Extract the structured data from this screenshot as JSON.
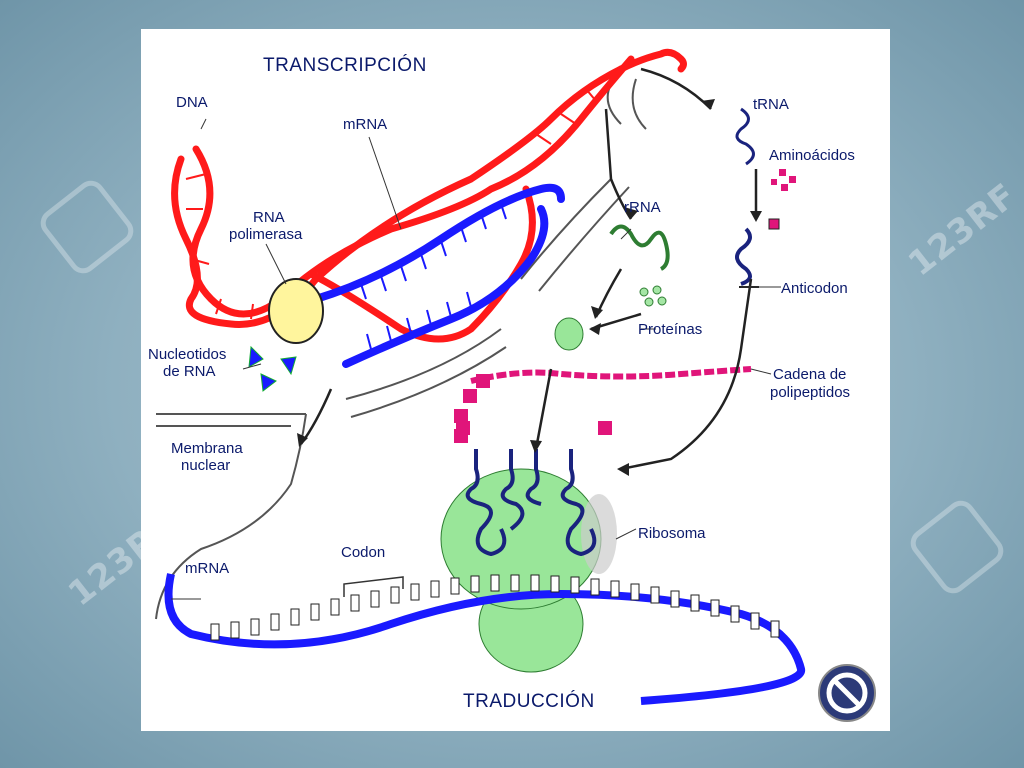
{
  "labels": {
    "transcripcion": "TRANSCRIPCIÓN",
    "dna": "DNA",
    "mrna_top": "mRNA",
    "rna_polimerasa_1": "RNA",
    "rna_polimerasa_2": "polimerasa",
    "nucleotidos_1": "Nucleotidos",
    "nucleotidos_2": "de RNA",
    "membrana_1": "Membrana",
    "membrana_2": "nuclear",
    "mrna_bottom": "mRNA",
    "codon": "Codon",
    "trna": "tRNA",
    "aminoacidos": "Aminoácidos",
    "rrna": "rRNA",
    "anticodon": "Anticodon",
    "proteinas": "Proteínas",
    "cadena_1": "Cadena de",
    "cadena_2": "polipeptidos",
    "ribosoma": "Ribosoma",
    "traduccion": "TRADUCCIÓN"
  },
  "watermark": "123RF",
  "colors": {
    "dna": "#ff1a1a",
    "mrna": "#1a1aff",
    "trna": "#1a237e",
    "rrna": "#2e7d32",
    "ribosome": "#99e699",
    "polymerase": "#fff59d",
    "amino_acid": "#e0157a",
    "label": "#0b1a6b",
    "no_symbol": "#2c3a78"
  },
  "icons": [
    "no-entry-icon",
    "watermark-logo-icon"
  ]
}
